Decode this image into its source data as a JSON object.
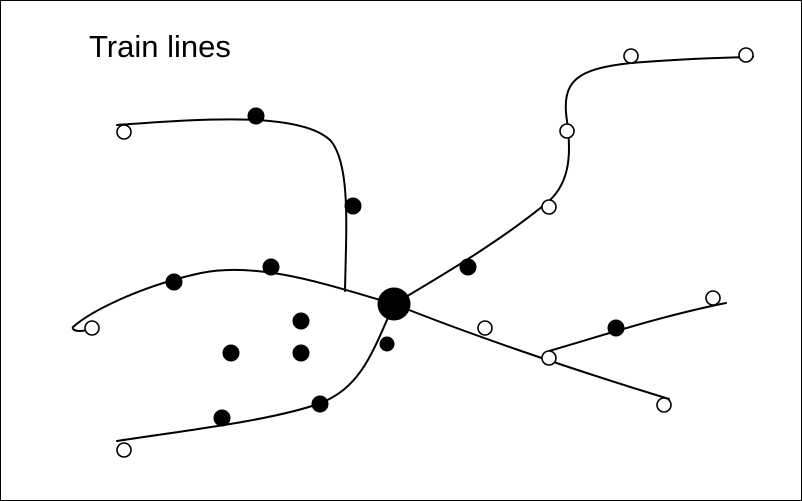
{
  "diagram": {
    "title": "Train lines",
    "colors": {
      "line": "#000000",
      "filled_station": "#000000",
      "open_station_fill": "#ffffff",
      "background": "#ffffff"
    },
    "station_types": [
      "filled",
      "open",
      "hub"
    ]
  }
}
